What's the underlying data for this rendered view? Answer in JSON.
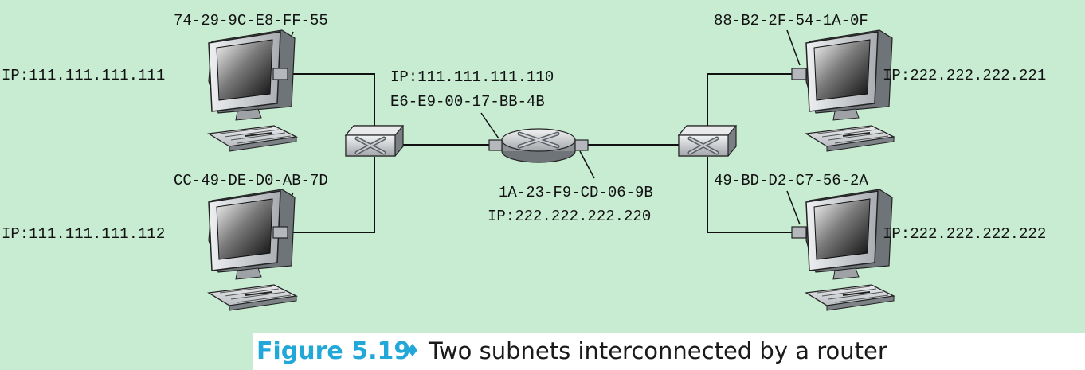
{
  "hosts": {
    "top_left": {
      "mac": "74-29-9C-E8-FF-55",
      "ip": "IP:111.111.111.111"
    },
    "bottom_left": {
      "mac": "CC-49-DE-D0-AB-7D",
      "ip": "IP:111.111.111.112"
    },
    "top_right": {
      "mac": "88-B2-2F-54-1A-0F",
      "ip": "IP:222.222.222.221"
    },
    "bottom_right": {
      "mac": "49-BD-D2-C7-56-2A",
      "ip": "IP:222.222.222.222"
    }
  },
  "router": {
    "left_interface": {
      "ip": "IP:111.111.111.110",
      "mac": "E6-E9-00-17-BB-4B"
    },
    "right_interface": {
      "mac": "1A-23-F9-CD-06-9B",
      "ip": "IP:222.222.222.220"
    }
  },
  "caption": {
    "number": "Figure 5.19",
    "separator": "♦",
    "text": "Two subnets interconnected by a router"
  },
  "colors": {
    "background": "#c8ecd2",
    "caption_accent": "#22a8d8",
    "device_gray": "#b4b8bc"
  }
}
